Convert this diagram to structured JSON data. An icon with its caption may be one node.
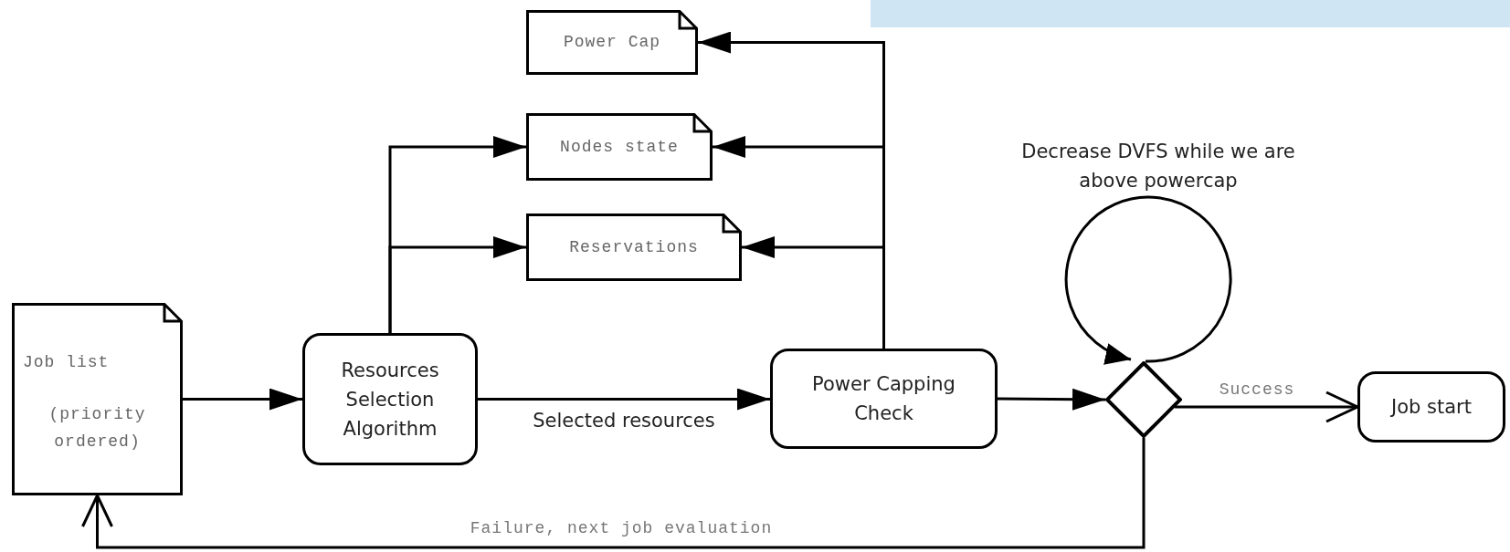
{
  "diagram": {
    "nodes": [
      {
        "text": [
          "Power Cap"
        ]
      },
      {
        "text": [
          "Nodes state"
        ]
      },
      {
        "text": [
          "Reservations"
        ]
      },
      {
        "text": [
          "Job list",
          "(priority ordered)"
        ]
      },
      {
        "text": [
          "Resources Selection Algorithm"
        ]
      },
      {
        "text": [
          "Power Capping Check"
        ]
      },
      {
        "text": [],
        "shape": "diamond"
      },
      {
        "text": [
          "Job start"
        ]
      }
    ],
    "edges": [
      {
        "from": 3,
        "to": 4,
        "arrow": "to"
      },
      {
        "from": 4,
        "to": 1,
        "arrow": "to"
      },
      {
        "from": 4,
        "to": 2,
        "arrow": "to"
      },
      {
        "from": 4,
        "to": 5,
        "arrow": "to",
        "label": "Selected resources"
      },
      {
        "from": 5,
        "to": 0,
        "arrow": "to"
      },
      {
        "from": 5,
        "to": 1,
        "arrow": "to"
      },
      {
        "from": 5,
        "to": 2,
        "arrow": "to"
      },
      {
        "from": 5,
        "to": 6,
        "arrow": "to"
      },
      {
        "from": 6,
        "to": 6,
        "arrow": "to",
        "label": "Decrease DVFS while we are above powercap"
      },
      {
        "from": 6,
        "to": 7,
        "arrow": "to",
        "label": "Success"
      },
      {
        "from": 6,
        "to": 3,
        "arrow": "to",
        "label": "Failure, next job evaluation"
      }
    ]
  }
}
